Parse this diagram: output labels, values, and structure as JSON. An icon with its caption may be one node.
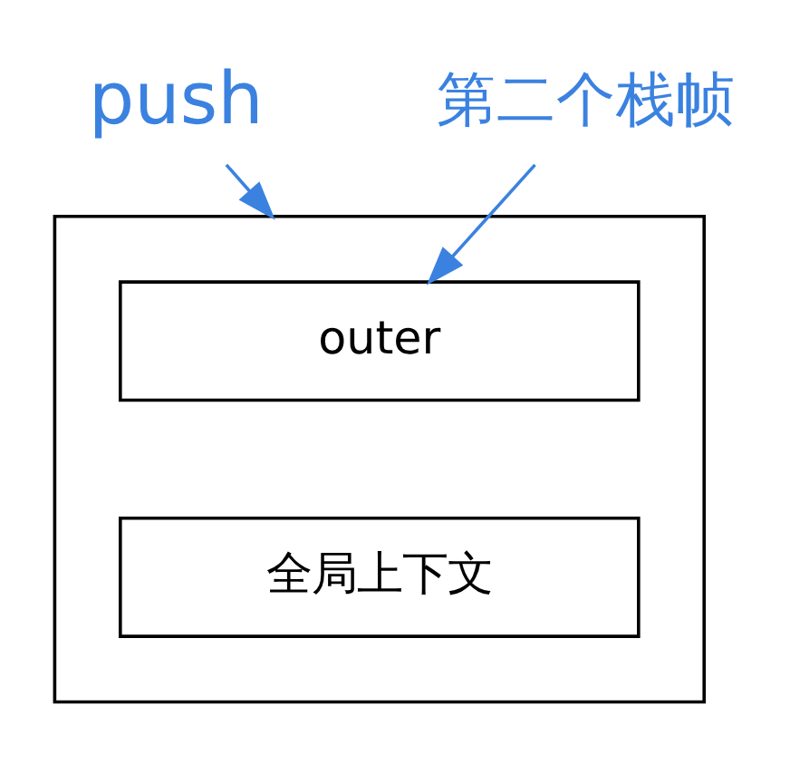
{
  "diagram": {
    "nodes": [
      {
        "text": [
          "push"
        ]
      },
      {
        "text": [],
        "shape": "box"
      },
      {
        "text": [
          "outer"
        ],
        "in": 1
      },
      {
        "text": [
          "全局上下文"
        ],
        "in": 1
      },
      {
        "text": [
          "第二个栈帧"
        ]
      }
    ],
    "edges": [
      {
        "from": 0,
        "to": 1,
        "arrow": "to",
        "color": "#3b82e0"
      },
      {
        "from": 4,
        "to": 2,
        "arrow": "to",
        "color": "#3b82e0"
      }
    ]
  }
}
